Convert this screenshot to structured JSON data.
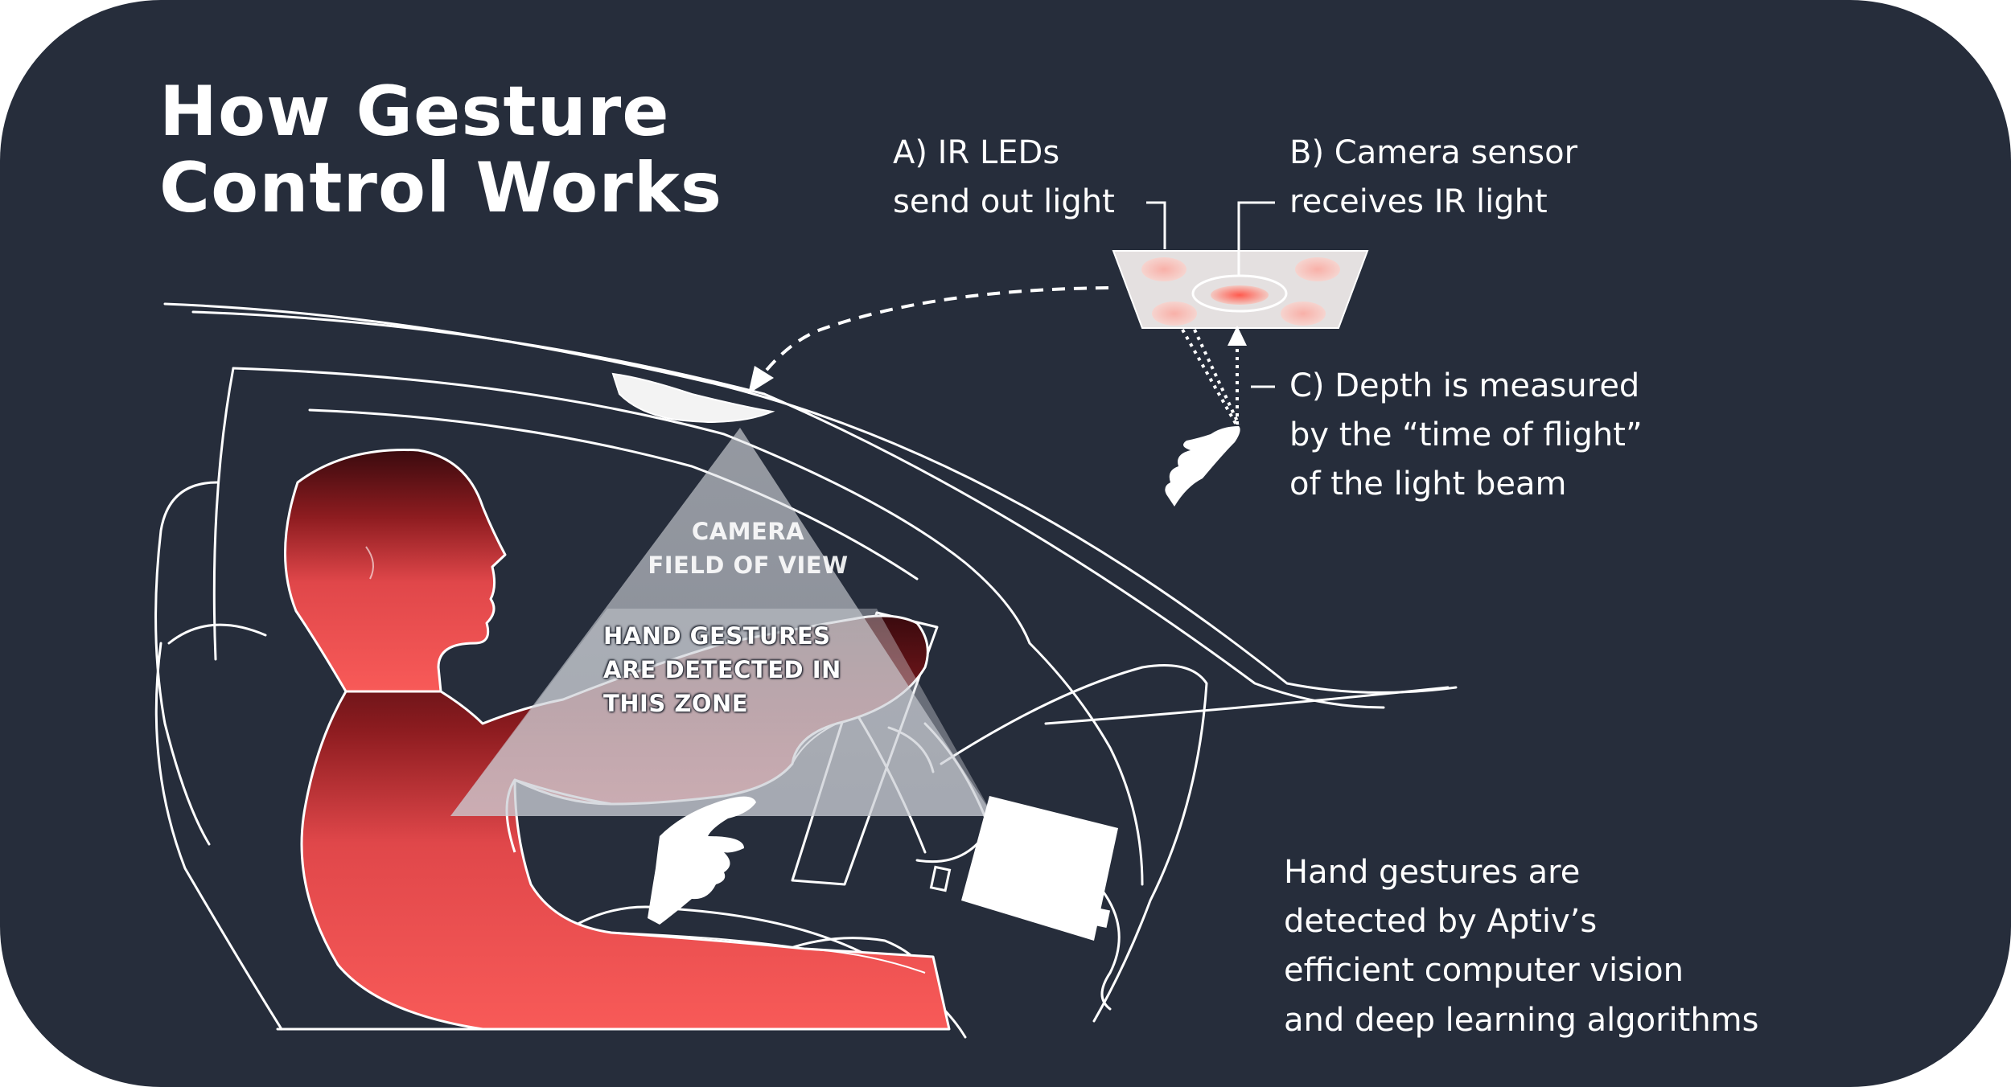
{
  "title": {
    "line1": "How Gesture",
    "line2": "Control Works"
  },
  "callouts": {
    "a": {
      "line1": "A) IR LEDs",
      "line2": "send out light"
    },
    "b": {
      "line1": "B) Camera sensor",
      "line2": "receives IR light"
    },
    "c": {
      "line1": "C) Depth is measured",
      "line2": "by the “time of flight”",
      "line3": "of the light beam"
    }
  },
  "zones": {
    "fov": {
      "line1": "Camera",
      "line2": "field of view"
    },
    "gesture": {
      "line1": "Hand gestures",
      "line2": "are detected in",
      "line3": "this zone"
    }
  },
  "note": {
    "line1": "Hand gestures are",
    "line2": "detected by Aptiv’s",
    "line3": "efficient computer vision",
    "line4": "and deep learning algorithms"
  },
  "colors": {
    "background": "#262d3b",
    "accent": "#f25252",
    "accent_dark": "#3a0a0e",
    "line": "#ffffff",
    "field_of_view": "#c9cdd4"
  },
  "icons": [
    "hand-pointing-icon",
    "camera-module-icon",
    "control-unit-icon"
  ]
}
